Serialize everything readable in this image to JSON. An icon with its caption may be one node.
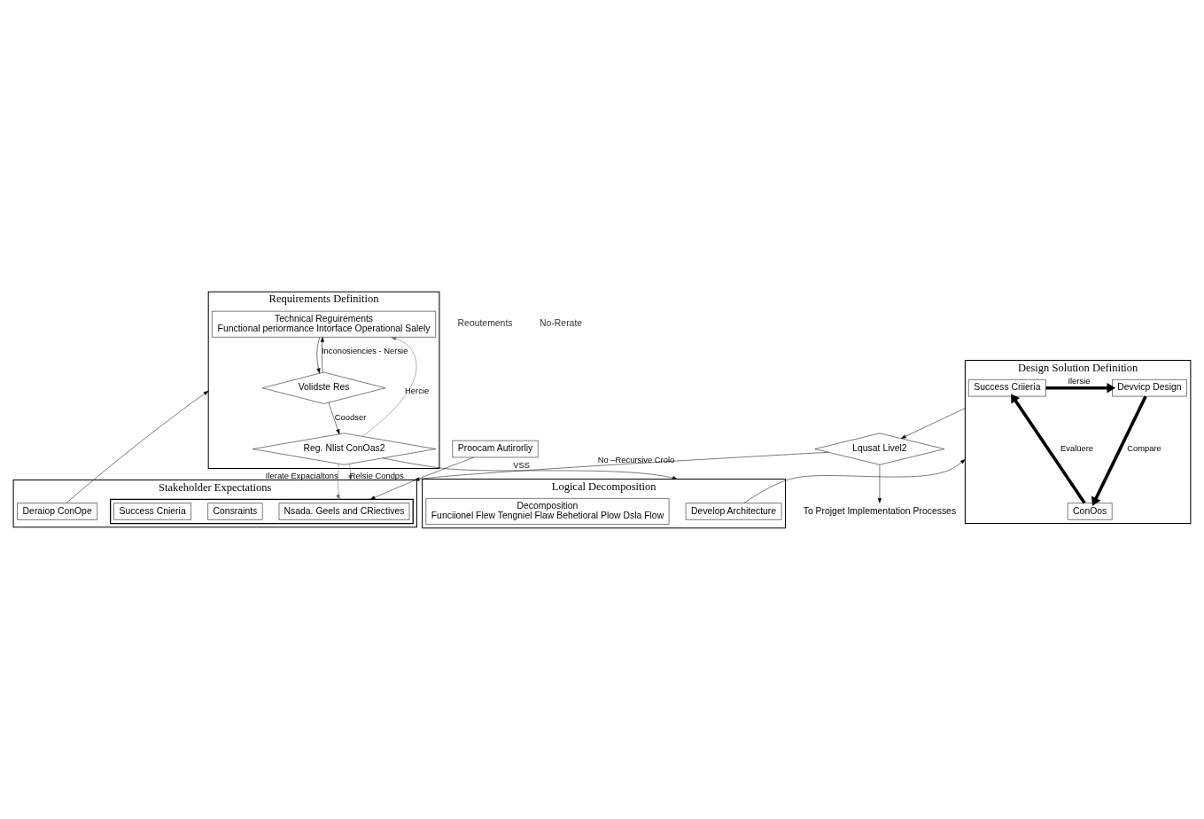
{
  "diagram": {
    "nodes": [
      {
        "text": [
          "Stakeholder Expectations"
        ]
      },
      {
        "text": [],
        "shape": "box",
        "in": 0
      },
      {
        "text": [
          "Nsada. Geels and CRiectives"
        ],
        "in": 1
      },
      {
        "text": [
          "Consraints"
        ],
        "in": 1
      },
      {
        "text": [
          "Success Cnieria"
        ],
        "in": 1
      },
      {
        "text": [
          "Deraiop ConOpe"
        ],
        "in": 0
      },
      {
        "text": [
          "Proocam Autirorliy"
        ]
      },
      {
        "text": [
          "Requirements Definition"
        ]
      },
      {
        "text": [
          "Technical Reguirements",
          "Functional periormance Intorface Operational Salely"
        ],
        "in": 7
      },
      {
        "text": [
          "Volidste Res"
        ],
        "in": 7
      },
      {
        "text": [
          "Reg. Nlist ConOas2"
        ],
        "in": 7
      },
      {
        "text": [
          "Logical Decomposition"
        ]
      },
      {
        "text": [
          "Develop Architecture"
        ],
        "in": 11
      },
      {
        "text": [
          "Decomposition",
          "Funciionel Flew Tengniel Flaw Behetioral Plow Dsla Flow"
        ],
        "in": 11
      },
      {
        "text": [
          "Design Solution Definition"
        ]
      },
      {
        "text": [
          "Success Criieria"
        ],
        "in": 14
      },
      {
        "text": [
          "Devvicp Design"
        ],
        "in": 14
      },
      {
        "text": [
          "ConOos"
        ],
        "in": 14
      },
      {
        "text": [
          "Lqusat Livel2"
        ]
      },
      {
        "text": [
          "To Projget Implementation Processes"
        ]
      }
    ],
    "edges": [
      {
        "from": 6,
        "to": 1,
        "arrow": "to"
      },
      {
        "from": 10,
        "to": 1,
        "arrow": "to",
        "label": "Ilerate Expacialtons",
        "color": "#666666"
      },
      {
        "from": 10,
        "to": 0,
        "arrow": "to",
        "label": "Relsie Condps",
        "color": "#666666"
      },
      {
        "from": 10,
        "to": 7,
        "arrow": "to",
        "label": "Hercie",
        "color": "#666666"
      },
      {
        "from": 5,
        "to": 7,
        "arrow": "to"
      },
      {
        "from": 9,
        "to": 8,
        "arrow": "to",
        "label": "Inconosiencies - Nersie"
      },
      {
        "from": 8,
        "to": 9,
        "arrow": "to"
      },
      {
        "from": 9,
        "to": 10,
        "arrow": "to",
        "label": "Coodser"
      },
      {
        "from": 10,
        "to": 11,
        "arrow": "to",
        "label": "VSS"
      },
      {
        "from": 12,
        "to": 14,
        "arrow": "to"
      },
      {
        "from": 15,
        "to": 16,
        "arrow": "to",
        "label": "Ilersie",
        "style": "thick"
      },
      {
        "from": 16,
        "to": 17,
        "arrow": "to",
        "label": "Compare",
        "style": "thick"
      },
      {
        "from": 17,
        "to": 15,
        "arrow": "to",
        "label": "Evalüere",
        "style": "thick"
      },
      {
        "from": 14,
        "to": 18,
        "arrow": "to"
      },
      {
        "from": 18,
        "to": 0,
        "arrow": "to",
        "label": "No –Recursive Crolo"
      },
      {
        "from": 18,
        "to": 19,
        "arrow": "to"
      }
    ],
    "labels": [
      "Reoutements",
      "No-Rerate"
    ]
  }
}
